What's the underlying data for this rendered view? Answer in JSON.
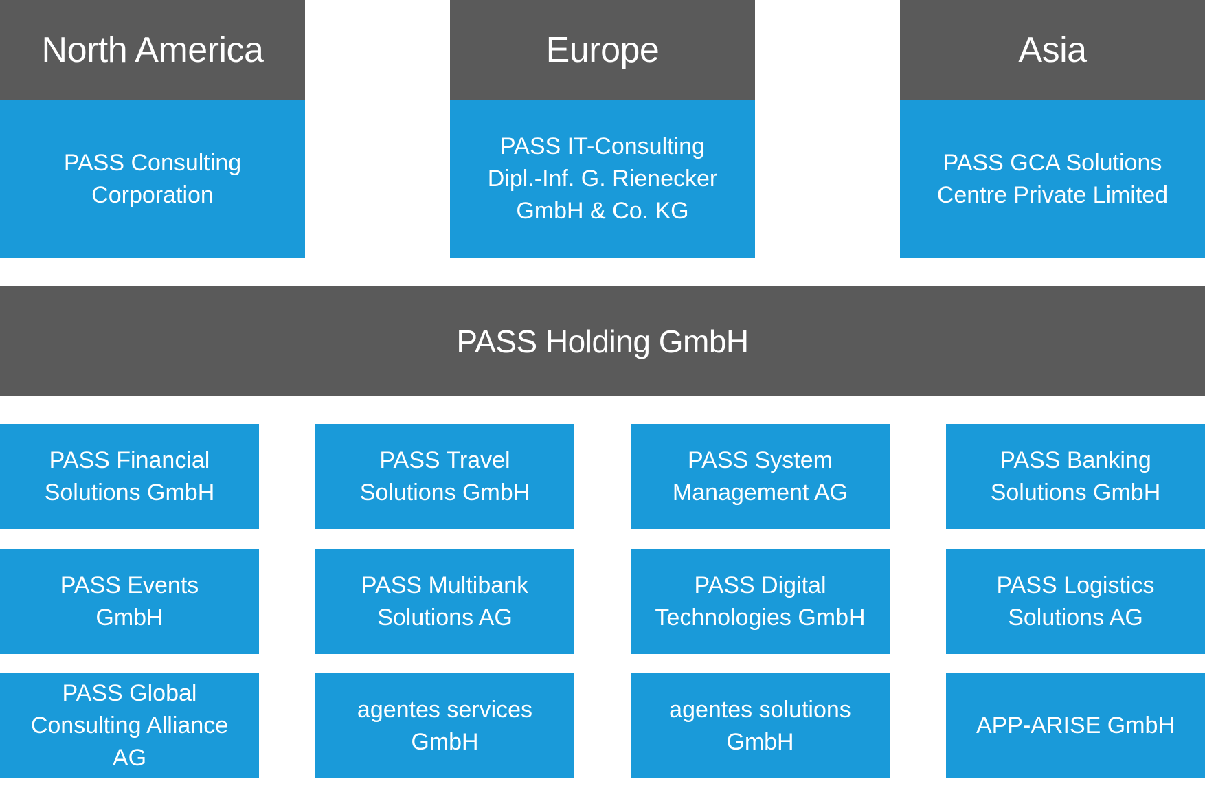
{
  "regions": [
    {
      "name": "North America",
      "company": "PASS Consulting\nCorporation"
    },
    {
      "name": "Europe",
      "company": "PASS IT-Consulting\nDipl.-Inf. G. Rienecker\nGmbH & Co. KG"
    },
    {
      "name": "Asia",
      "company": "PASS GCA Solutions\nCentre Private Limited"
    }
  ],
  "holding": {
    "name": "PASS Holding GmbH"
  },
  "subsidiaries": [
    [
      "PASS Financial\nSolutions GmbH",
      "PASS Travel\nSolutions GmbH",
      "PASS System\nManagement AG",
      "PASS Banking\nSolutions GmbH"
    ],
    [
      "PASS Events\nGmbH",
      "PASS Multibank\nSolutions AG",
      "PASS Digital\nTechnologies GmbH",
      "PASS Logistics\nSolutions AG"
    ],
    [
      "PASS Global\nConsulting Alliance\nAG",
      "agentes services\nGmbH",
      "agentes solutions\nGmbH",
      "APP-ARISE GmbH"
    ]
  ],
  "colors": {
    "header": "#5a5a5a",
    "entity": "#1a9ad9",
    "text": "#ffffff"
  }
}
